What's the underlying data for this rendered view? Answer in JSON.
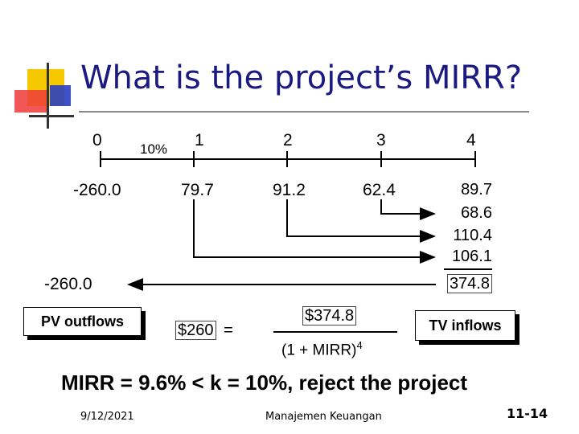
{
  "title": "What is the project’s MIRR?",
  "periods": [
    "0",
    "1",
    "2",
    "3",
    "4"
  ],
  "rate_label": "10%",
  "cash_flows": [
    "-260.0",
    "79.7",
    "91.2",
    "62.4",
    "89.7"
  ],
  "terminal_values": [
    "68.6",
    "110.4",
    "106.1"
  ],
  "tv_total": "374.8",
  "pv_outflows_value": "-260.0",
  "pv_outflows_label": "PV outflows",
  "tv_inflows_label": "TV inflows",
  "equation": {
    "lhs": "$260",
    "equals": "=",
    "numerator": "$374.8",
    "denominator": "(1 + MIRR)",
    "exponent": "4"
  },
  "conclusion": "MIRR = 9.6% < k = 10%, reject the project",
  "footer": {
    "date": "9/12/2021",
    "course": "Manajemen Keuangan",
    "slide_number": "11-14"
  },
  "colors": {
    "title": "#1a1a80",
    "logo_yellow": "#f5c800",
    "logo_red": "#f03a3a",
    "logo_blue": "#2a3ec0"
  }
}
